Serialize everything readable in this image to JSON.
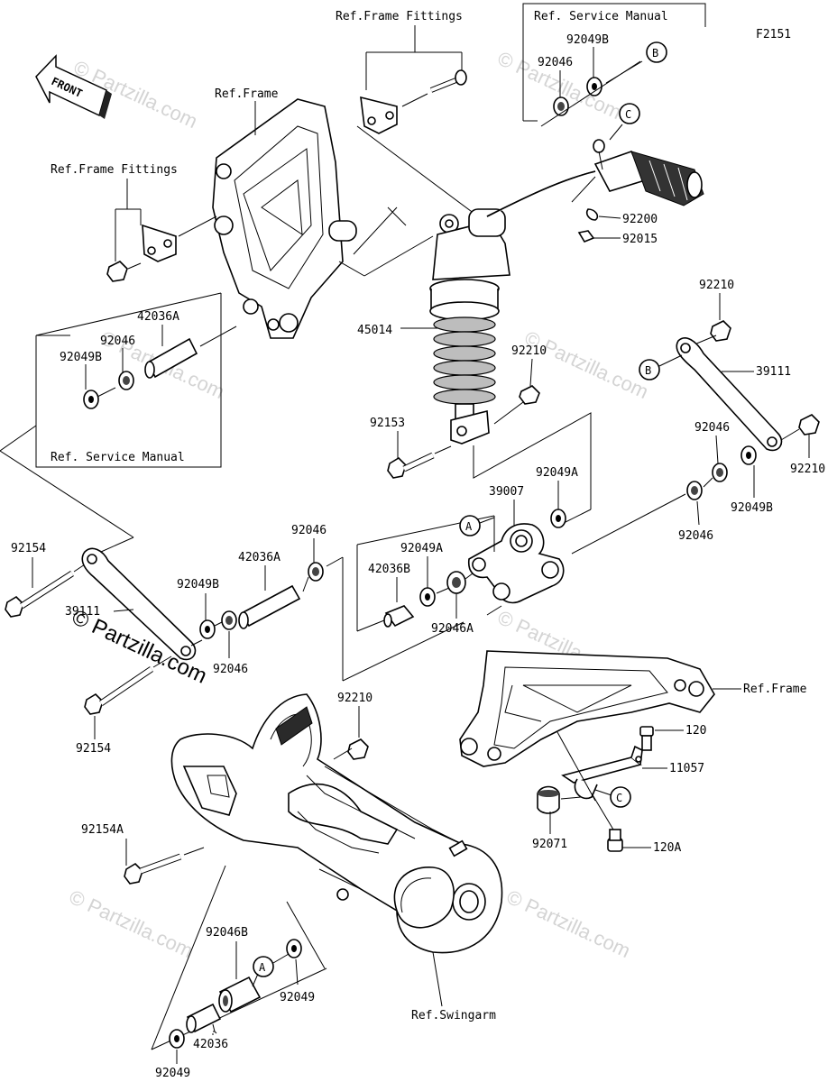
{
  "figure_code": "F2151",
  "front_label": "FRONT",
  "watermark": "© Partzilla.com",
  "callouts": {
    "A": "A",
    "B": "B",
    "C": "C"
  },
  "refs": {
    "frame_fittings_top": "Ref.Frame Fittings",
    "service_manual_top": "Ref. Service Manual",
    "frame_top": "Ref.Frame",
    "frame_fittings_left": "Ref.Frame Fittings",
    "service_manual_left": "Ref. Service Manual",
    "frame_right": "Ref.Frame",
    "swingarm": "Ref.Swingarm"
  },
  "parts": {
    "p92049B_top": "92049B",
    "p92046_top": "92046",
    "p92200": "92200",
    "p92015": "92015",
    "p42036A_left": "42036A",
    "p92046_left": "92046",
    "p92049B_left": "92049B",
    "p45014": "45014",
    "p92210_mid": "92210",
    "p92153": "92153",
    "p92210_right_top": "92210",
    "p39111_right": "39111",
    "p92046_right": "92046",
    "p92210_right": "92210",
    "p92049B_right": "92049B",
    "p92049A_top": "92049A",
    "p39007": "39007",
    "p92046_right2": "92046",
    "p92154_top": "92154",
    "p92046_center": "92046",
    "p42036A_center": "42036A",
    "p92049B_center": "92049B",
    "p39111_left": "39111",
    "p92049A_mid": "92049A",
    "p42036B": "42036B",
    "p92046A": "92046A",
    "p92046_lower": "92046",
    "p92154_bottom": "92154",
    "p92210_lower": "92210",
    "p120": "120",
    "p11057": "11057",
    "p92154A": "92154A",
    "p92071": "92071",
    "p120A": "120A",
    "p92046B": "92046B",
    "p92049_right": "92049",
    "p42036": "42036",
    "p92049_bottom": "92049"
  }
}
